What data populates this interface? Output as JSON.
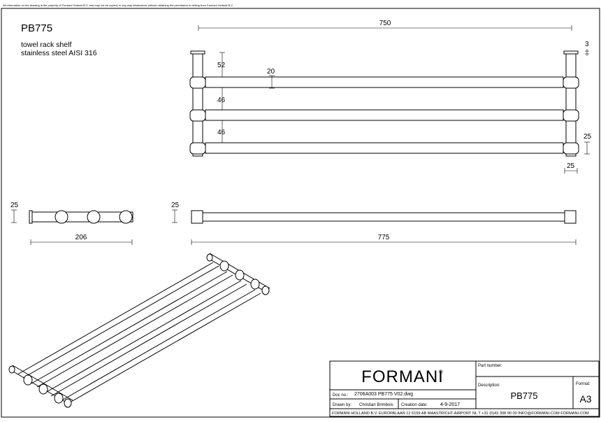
{
  "notice": "All information on the drawing is the property of Formani Holland B.V. and may not be copied, in any way whatsoever without obtaining the permission in writing from Formani Holland B.V.",
  "product": {
    "code": "PB775",
    "line1": "towel rack shelf",
    "line2": "stainless steel AISI 316"
  },
  "dimensions": {
    "top_width": "750",
    "cap_height": "3",
    "upper_gap": "52",
    "bar_dia": "20",
    "mid_gap1": "46",
    "mid_gap2": "46",
    "end_height": "25",
    "end_width": "25",
    "side_height": "25",
    "side_depth": "206",
    "front_height": "25",
    "front_length": "775"
  },
  "title_block": {
    "brand": "FORMANI",
    "registered": "®",
    "part_number_label": "Part number:",
    "description_label": "Description:",
    "description_value": "PB775",
    "format_label": "Format:",
    "format_value": "A3",
    "doc_no_label": "Doc no.:",
    "doc_no_value": "2706A003 PB775 V02.dwg",
    "drawn_by_label": "Drawn by:",
    "drawn_by_value": "Christian Brimbois",
    "creation_date_label": "Creation date:",
    "creation_date_value": "4-9-2017",
    "footer": "FORMANI HOLLAND B.V.  EUROPALAAN 12  6199 AB MAASTRICHT-AIRPORT NL  T +31 (0)43 308 90 00 INFO@FORMANI.COM FORMANI.COM"
  }
}
